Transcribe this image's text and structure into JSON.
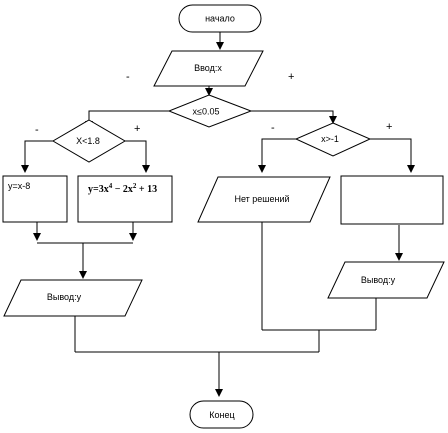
{
  "flowchart": {
    "start": "начало",
    "input": "Ввод:x",
    "cond_main": "x≤0.05",
    "cond_left": "X<1.8",
    "cond_right": "x>-1",
    "proc_left_minus": "y=x-8",
    "proc_left_plus": {
      "prefix": "y=3x",
      "exp1": "4",
      "middle": " − 2x",
      "exp2": "2",
      "suffix": " + 13"
    },
    "out_no_solution": "Нет решений",
    "proc_right_plus": "",
    "out_left": "Вывод:y",
    "out_right": "Вывод:y",
    "end": "Конец",
    "branch_minus": "-",
    "branch_plus": "+"
  }
}
